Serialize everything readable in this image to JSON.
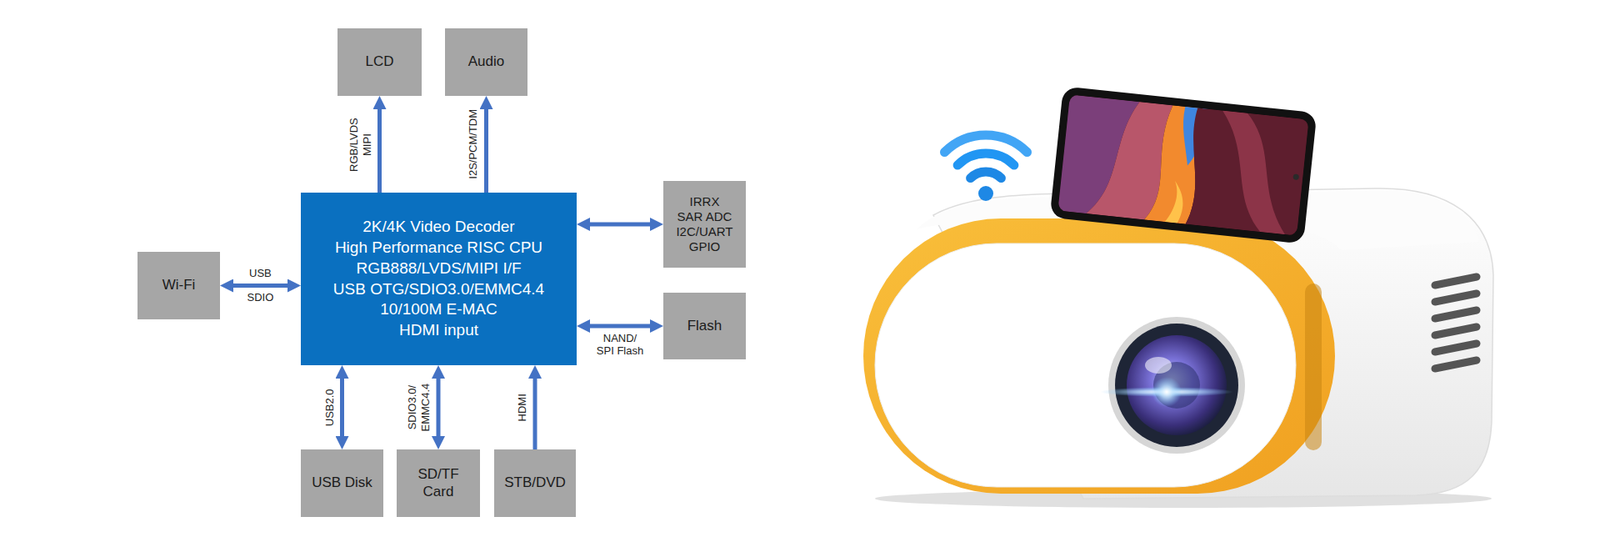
{
  "diagram": {
    "nodes": [
      {
        "text": [
          "LCD"
        ]
      },
      {
        "text": [
          "Audio"
        ]
      },
      {
        "text": [
          "Wi-Fi"
        ]
      },
      {
        "text": [
          "2K/4K Video Decoder",
          "High Performance RISC CPU",
          "RGB888/LVDS/MIPI I/F",
          "USB OTG/SDIO3.0/EMMC4.4",
          "10/100M E-MAC",
          "HDMI input"
        ]
      },
      {
        "text": [
          "IRRX",
          "SAR ADC",
          "I2C/UART",
          "GPIO"
        ]
      },
      {
        "text": [
          "Flash"
        ]
      },
      {
        "text": [
          "USB Disk"
        ]
      },
      {
        "text": [
          "SD/TF Card"
        ]
      },
      {
        "text": [
          "STB/DVD"
        ]
      }
    ],
    "edges": [
      {
        "from": 3,
        "to": 0,
        "arrow": "to",
        "label": "RGB/LVDS MIPI"
      },
      {
        "from": 3,
        "to": 1,
        "arrow": "to",
        "label": "I2S/PCM/TDM"
      },
      {
        "from": 2,
        "to": 3,
        "arrow": "both",
        "label": "USB"
      },
      {
        "from": 3,
        "to": 4,
        "arrow": "both"
      },
      {
        "from": 3,
        "to": 5,
        "arrow": "both",
        "label": "NAND/ SPI Flash"
      },
      {
        "from": 6,
        "to": 3,
        "arrow": "both",
        "label": "USB2.0"
      },
      {
        "from": 7,
        "to": 3,
        "arrow": "both",
        "label": "SDIO3.0/ EMMC4.4"
      },
      {
        "from": 8,
        "to": 3,
        "arrow": "to",
        "label": "HDMI"
      }
    ],
    "labels": [
      "SDIO"
    ]
  }
}
